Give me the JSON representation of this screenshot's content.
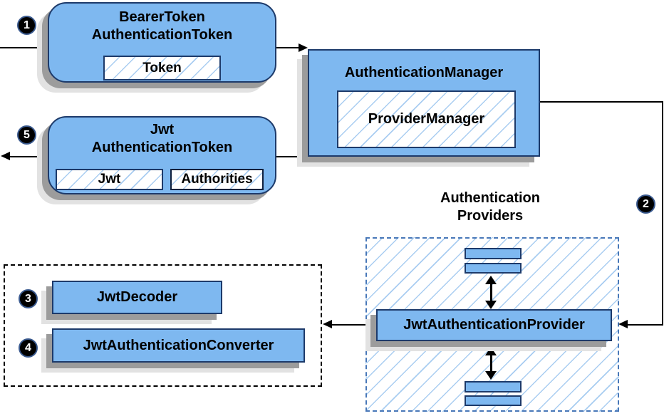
{
  "badges": {
    "b1": "1",
    "b2": "2",
    "b3": "3",
    "b4": "4",
    "b5": "5"
  },
  "boxes": {
    "bearer_token": {
      "title": [
        "BearerToken",
        "AuthenticationToken"
      ],
      "token_label": "Token"
    },
    "authentication_manager": {
      "title": "AuthenticationManager",
      "provider_manager_label": "ProviderManager"
    },
    "jwt_authentication_token": {
      "title": [
        "Jwt",
        "AuthenticationToken"
      ],
      "jwt_label": "Jwt",
      "authorities_label": "Authorities"
    },
    "authentication_providers": {
      "label": [
        "Authentication",
        "Providers"
      ],
      "provider_label": "JwtAuthenticationProvider"
    },
    "decoders": {
      "decoder_label": "JwtDecoder",
      "converter_label": "JwtAuthenticationConverter"
    }
  },
  "colors": {
    "node_fill": "#7eb8f0",
    "node_border": "#1d3a6a",
    "hatch_line": "#a9cdf1",
    "providers_border": "#4878b8",
    "shadow_dark": "#9c9c9c",
    "shadow_light": "#e2e2e2",
    "connector": "#000000",
    "badge_bg": "#000000",
    "badge_text": "#ffffff"
  }
}
